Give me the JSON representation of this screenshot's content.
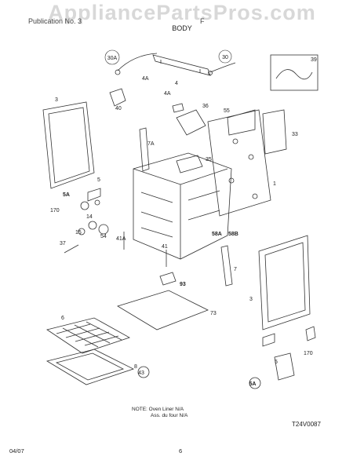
{
  "header": {
    "watermark": "AppliancePartsPros.com",
    "publication": "Publication No. 3",
    "model": "F",
    "section_title": "BODY"
  },
  "callouts": [
    "30A",
    "4A",
    "4",
    "30",
    "39",
    "3",
    "4A",
    "40",
    "36",
    "35",
    "55",
    "33",
    "7A",
    "1",
    "5",
    "5A",
    "170",
    "14",
    "15",
    "54",
    "37",
    "41A",
    "41",
    "58A",
    "58B",
    "7",
    "93",
    "3",
    "73",
    "6",
    "8",
    "43",
    "5",
    "5A",
    "170"
  ],
  "note": {
    "line1": "NOTE: Oven Liner N/A",
    "line2": "Ass. du four N/A"
  },
  "diagram_code": "T24V0087",
  "footer": {
    "date": "04/07",
    "page": "6"
  }
}
